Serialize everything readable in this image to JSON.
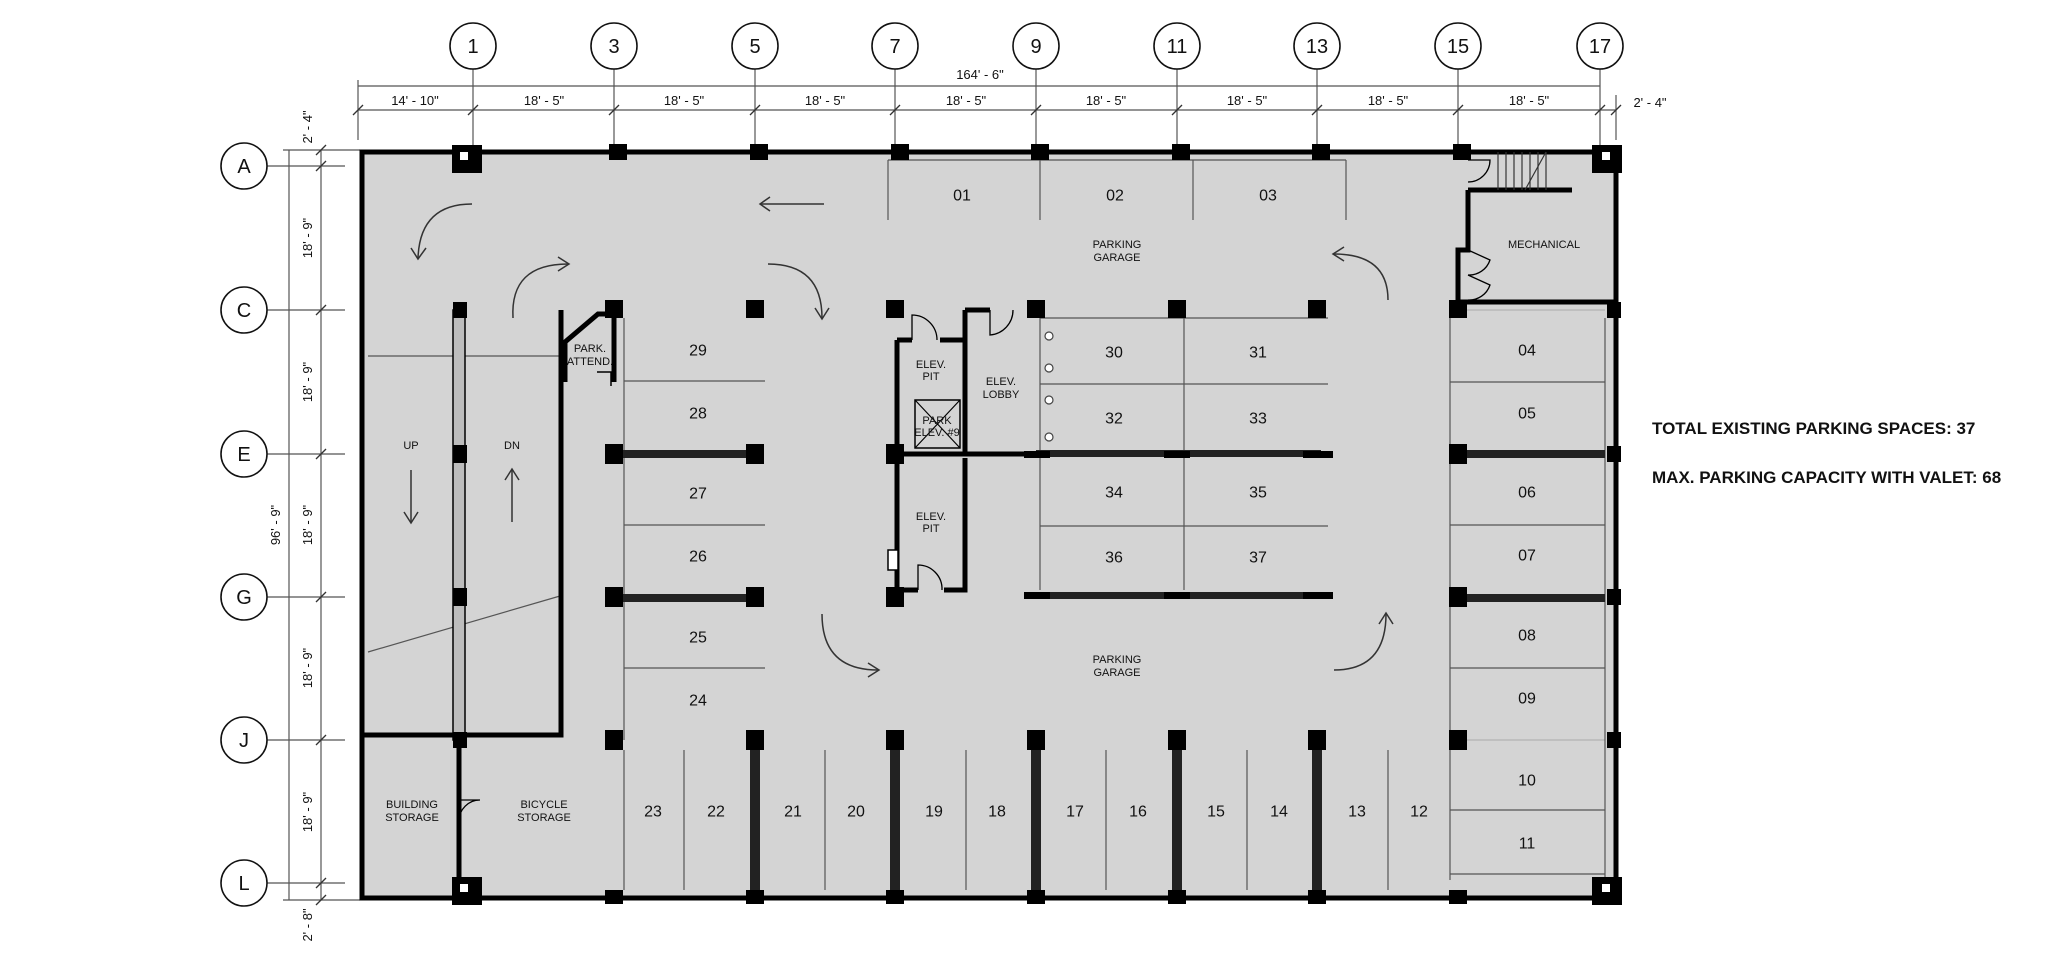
{
  "grid": {
    "columns": [
      "1",
      "3",
      "5",
      "7",
      "9",
      "11",
      "13",
      "15",
      "17"
    ],
    "rows": [
      "A",
      "C",
      "E",
      "G",
      "J",
      "L"
    ]
  },
  "dimensions": {
    "overall_width": "164' - 6\"",
    "overall_height": "96' - 9\"",
    "col_spacing": [
      "14' - 10\"",
      "18' - 5\"",
      "18' - 5\"",
      "18' - 5\"",
      "18' - 5\"",
      "18' - 5\"",
      "18' - 5\"",
      "18' - 5\"",
      "18' - 5\""
    ],
    "right_edge": "2' - 4\"",
    "top_edge": "2' - 4\"",
    "row_spacing": [
      "18' - 9\"",
      "18' - 9\"",
      "18' - 9\"",
      "18' - 9\"",
      "18' - 9\""
    ],
    "bottom_edge": "2' - 8\""
  },
  "spaces": [
    "01",
    "02",
    "03",
    "04",
    "05",
    "06",
    "07",
    "08",
    "09",
    "10",
    "11",
    "12",
    "13",
    "14",
    "15",
    "16",
    "17",
    "18",
    "19",
    "20",
    "21",
    "22",
    "23",
    "24",
    "25",
    "26",
    "27",
    "28",
    "29",
    "30",
    "31",
    "32",
    "33",
    "34",
    "35",
    "36",
    "37"
  ],
  "rooms": {
    "parking_garage_top": [
      "PARKING",
      "GARAGE"
    ],
    "parking_garage_bottom": [
      "PARKING",
      "GARAGE"
    ],
    "mechanical": "MECHANICAL",
    "park_attend": [
      "PARK.",
      "ATTEND."
    ],
    "elev_pit_top": [
      "ELEV.",
      "PIT"
    ],
    "elev_lobby": [
      "ELEV.",
      "LOBBY"
    ],
    "park_elev": [
      "PARK",
      "ELEV. #9"
    ],
    "elev_pit_bottom": [
      "ELEV.",
      "PIT"
    ],
    "up": "UP",
    "dn": "DN",
    "building_storage": [
      "BUILDING",
      "STORAGE"
    ],
    "bicycle_storage": [
      "BICYCLE",
      "STORAGE"
    ]
  },
  "notes": {
    "total_spaces": "TOTAL EXISTING PARKING SPACES: 37",
    "valet_capacity": "MAX. PARKING CAPACITY WITH VALET: 68"
  }
}
